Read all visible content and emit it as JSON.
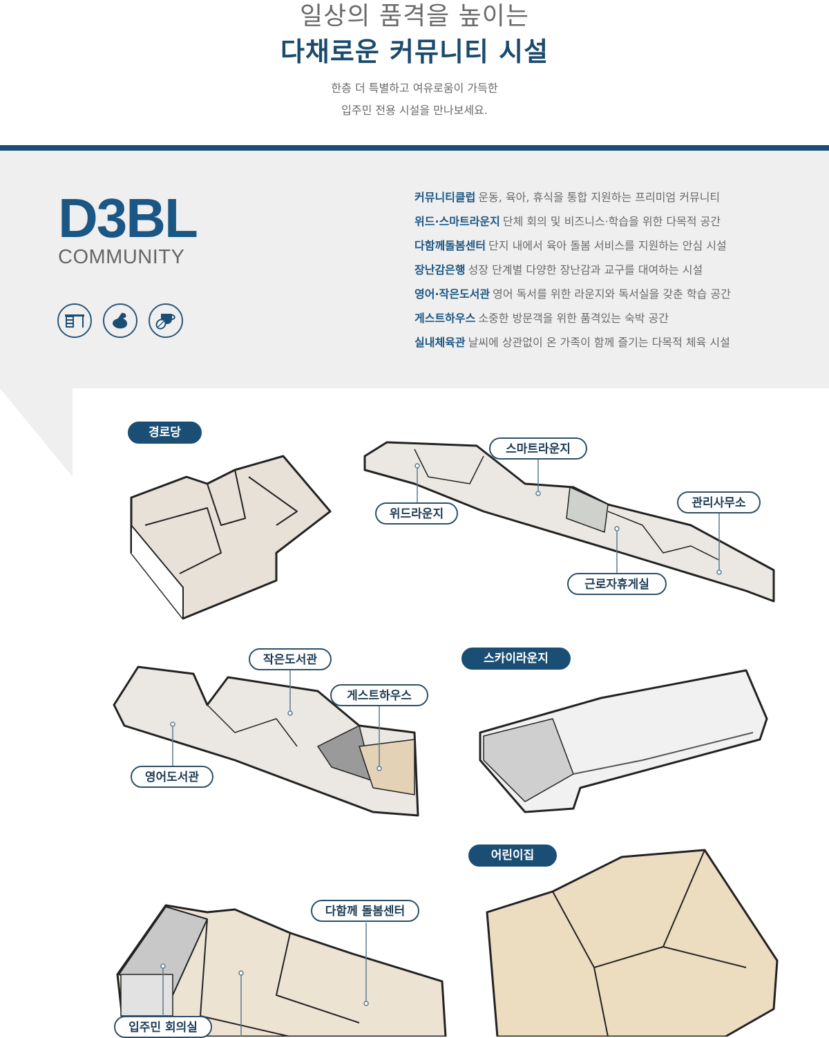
{
  "header": {
    "title_line1": "일상의 품격을 높이는",
    "title_line2": "다채로운 커뮤니티 시설",
    "subtitle_line1": "한층 더 특별하고 여유로움이 가득한",
    "subtitle_line2": "입주민 전용 시설을 만나보세요."
  },
  "brand": {
    "name": "D3BL",
    "sub": "COMMUNITY",
    "color": "#1b5785",
    "band_color": "#1b4e75"
  },
  "icons": [
    "desk-icon",
    "fitness-arm-icon",
    "cafe-cup-icon"
  ],
  "features": [
    {
      "name": "커뮤니티클럽",
      "desc": "운동, 육아, 휴식을 통합 지원하는 프리미엄 커뮤니티"
    },
    {
      "name": "위드·스마트라운지",
      "desc": "단체 회의 및 비즈니스·학습을 위한 다목적 공간"
    },
    {
      "name": "다함께돌봄센터",
      "desc": "단지 내에서 육아 돌봄 서비스를 지원하는 안심 시설"
    },
    {
      "name": "장난감은행",
      "desc": "성장 단계별 다양한 장난감과 교구를 대여하는 시설"
    },
    {
      "name": "영어·작은도서관",
      "desc": "영어 독서를 위한 라운지와 독서실을 갖춘 학습 공간"
    },
    {
      "name": "게스트하우스",
      "desc": "소중한 방문객을 위한 품격있는 숙박 공간"
    },
    {
      "name": "실내체육관",
      "desc": "날씨에 상관없이 온 가족이 함께 즐기는 다목적 체육 시설"
    }
  ],
  "labels": {
    "senior_center": "경로당",
    "smart_lounge": "스마트라운지",
    "with_lounge": "위드라운지",
    "management_office": "관리사무소",
    "worker_lounge": "근로자휴게실",
    "small_library": "작은도서관",
    "guest_house": "게스트하우스",
    "english_library": "영어도서관",
    "sky_lounge": "스카이라운지",
    "daycare": "어린이집",
    "care_center": "다함께 돌봄센터",
    "meeting_room": "입주민 회의실"
  }
}
